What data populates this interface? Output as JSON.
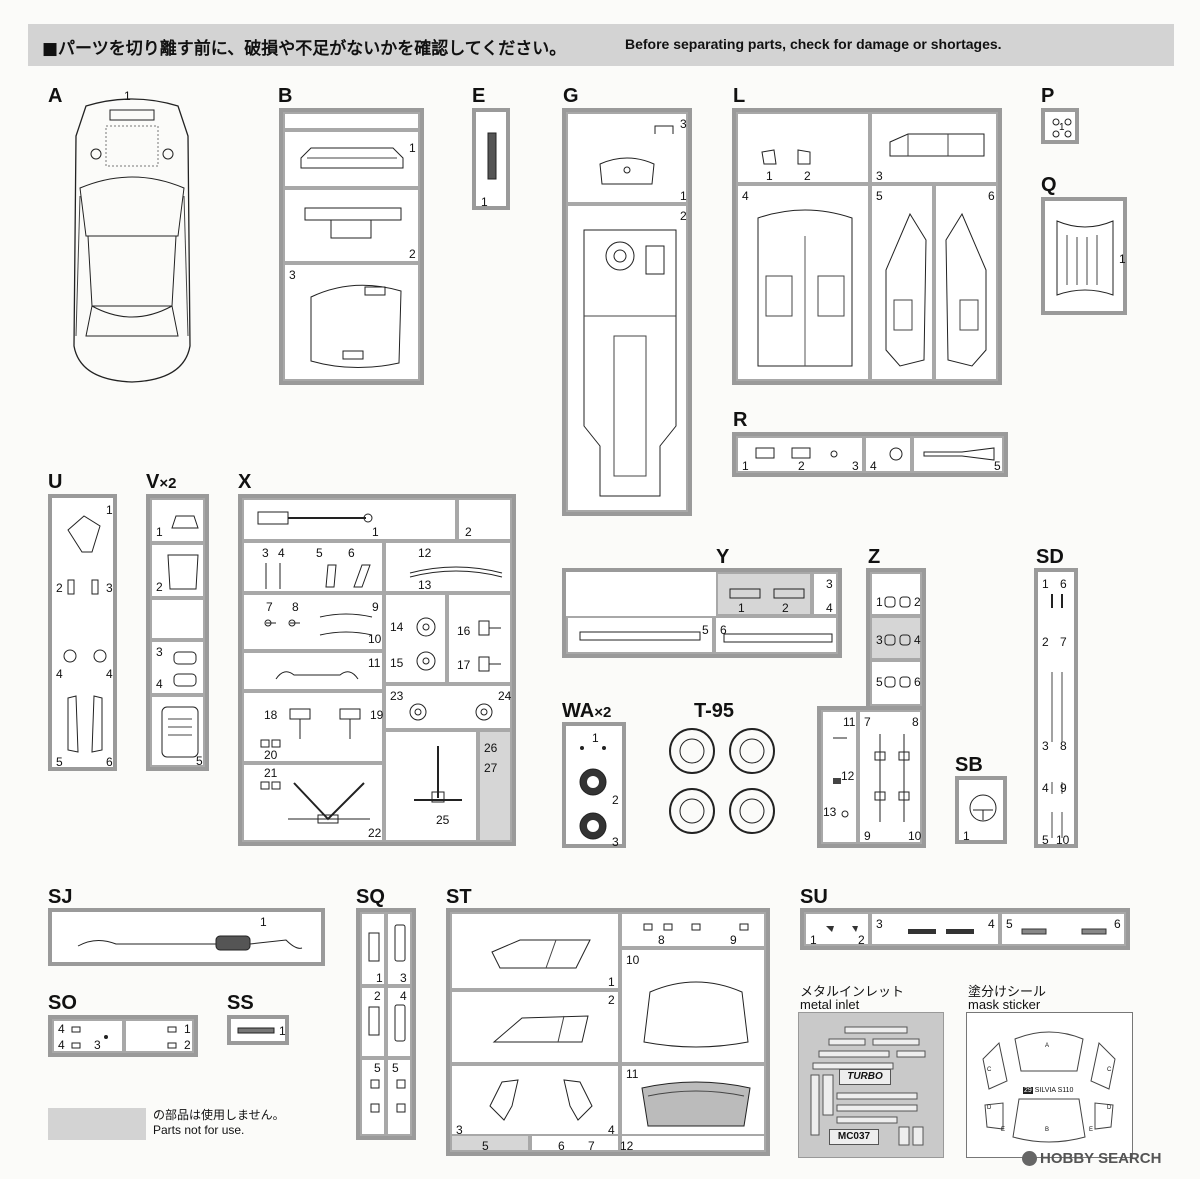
{
  "banner": {
    "jp": "■パーツを切り離す前に、破損や不足がないかを確認してください。",
    "en": "Before separating parts, check for damage or shortages."
  },
  "runners": {
    "A": {
      "label": "A",
      "nums": [
        "1"
      ]
    },
    "B": {
      "label": "B",
      "nums": [
        "1",
        "2",
        "3"
      ]
    },
    "E": {
      "label": "E",
      "nums": [
        "1"
      ]
    },
    "G": {
      "label": "G",
      "nums": [
        "3",
        "1",
        "2"
      ]
    },
    "L": {
      "label": "L",
      "nums": [
        "1",
        "2",
        "3",
        "4",
        "5",
        "6"
      ]
    },
    "P": {
      "label": "P",
      "nums": [
        "1"
      ]
    },
    "Q": {
      "label": "Q",
      "nums": [
        "1"
      ]
    },
    "R": {
      "label": "R",
      "nums": [
        "1",
        "2",
        "3",
        "4",
        "5"
      ]
    },
    "U": {
      "label": "U",
      "nums": [
        "1",
        "2",
        "3",
        "4",
        "4",
        "5",
        "6"
      ]
    },
    "V": {
      "label": "V",
      "mult": "×2",
      "nums": [
        "1",
        "2",
        "3",
        "4",
        "5"
      ]
    },
    "X": {
      "label": "X",
      "nums": [
        "1",
        "2",
        "3",
        "4",
        "5",
        "6",
        "12",
        "13",
        "7",
        "8",
        "9",
        "10",
        "14",
        "15",
        "16",
        "17",
        "11",
        "18",
        "19",
        "20",
        "23",
        "24",
        "21",
        "26",
        "27",
        "25",
        "22"
      ]
    },
    "Y": {
      "label": "Y",
      "nums": [
        "3",
        "4",
        "1",
        "2",
        "5",
        "6"
      ]
    },
    "Z": {
      "label": "Z",
      "nums": [
        "1",
        "2",
        "3",
        "4",
        "5",
        "6",
        "7",
        "8",
        "11",
        "12",
        "13",
        "9",
        "10"
      ]
    },
    "SD": {
      "label": "SD",
      "nums": [
        "1",
        "6",
        "2",
        "7",
        "3",
        "8",
        "4",
        "9",
        "5",
        "10"
      ]
    },
    "WA": {
      "label": "WA",
      "mult": "×2",
      "nums": [
        "1",
        "2",
        "3"
      ]
    },
    "T95": {
      "label": "T-95"
    },
    "SB": {
      "label": "SB",
      "nums": [
        "1"
      ]
    },
    "SJ": {
      "label": "SJ",
      "nums": [
        "1"
      ]
    },
    "SQ": {
      "label": "SQ",
      "nums": [
        "1",
        "3",
        "2",
        "4",
        "5",
        "5"
      ]
    },
    "ST": {
      "label": "ST",
      "nums": [
        "1",
        "2",
        "8",
        "9",
        "10",
        "3",
        "4",
        "11",
        "5",
        "6",
        "7",
        "12"
      ]
    },
    "SU": {
      "label": "SU",
      "nums": [
        "1",
        "2",
        "3",
        "4",
        "5",
        "6"
      ]
    },
    "SO": {
      "label": "SO",
      "nums": [
        "4",
        "4",
        "3",
        "1",
        "2"
      ]
    },
    "SS": {
      "label": "SS",
      "nums": [
        "1"
      ]
    }
  },
  "metal_inlet": {
    "jp": "メタルインレット",
    "en": "metal inlet",
    "turbo": "TURBO",
    "code": "MC037"
  },
  "mask_sticker": {
    "jp": "塗分けシール",
    "en": "mask sticker",
    "text": "SILVIA S110",
    "badge": "29",
    "letters": [
      "A",
      "B",
      "C",
      "C",
      "D",
      "D",
      "E",
      "E"
    ]
  },
  "legend": {
    "jp": "の部品は使用しません。",
    "en": "Parts not for use."
  },
  "watermark": {
    "text": "HOBBY SEARCH"
  }
}
